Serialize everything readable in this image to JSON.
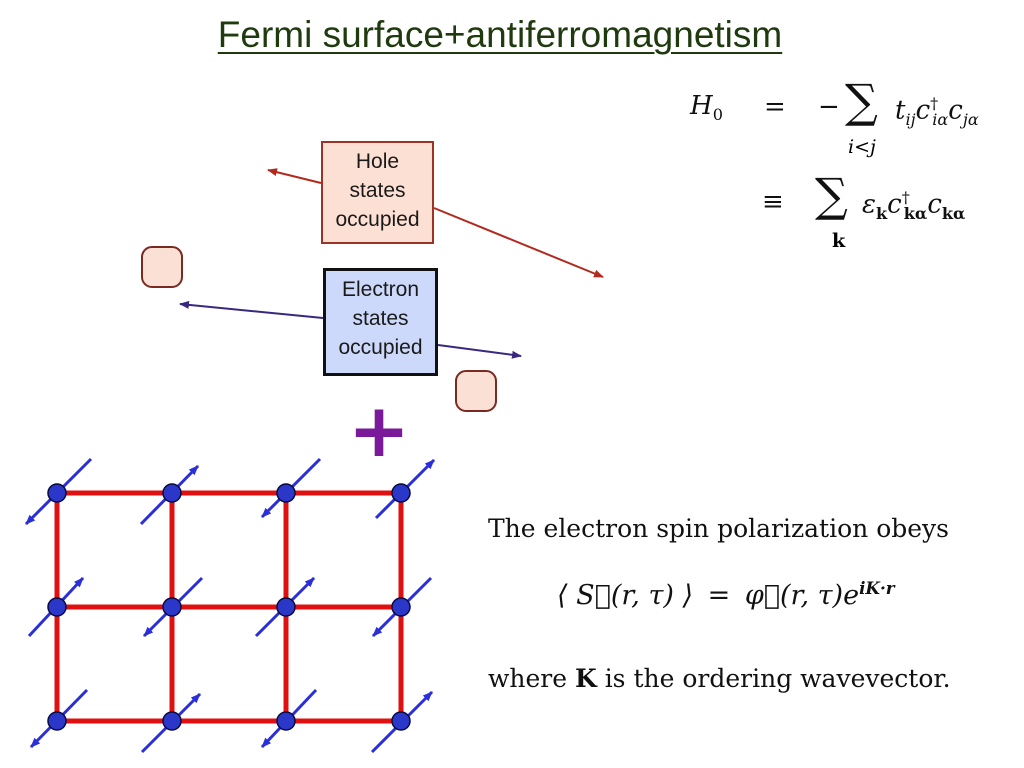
{
  "title": "Fermi surface+antiferromagnetism",
  "hole_box": {
    "lines": [
      "Hole",
      "states",
      "occupied"
    ]
  },
  "electron_box": {
    "lines": [
      "Electron",
      "states",
      "occupied"
    ]
  },
  "plus_sign": "+",
  "hamiltonian": {
    "lhs": "H",
    "lhs_sub": "0",
    "eq": "=",
    "minus": "−",
    "sum": "∑",
    "sum_under_1": "i<j",
    "term1_t": "t",
    "term1_t_sub": "ij",
    "term1_c": "c",
    "term1_c_sup": "†",
    "term1_c_sub": "iα",
    "term1_c2": "c",
    "term1_c2_sub": "jα",
    "equiv": "≡",
    "sum_under_2": "k",
    "term2_eps": "ε",
    "term2_eps_sub": "k",
    "term2_c": "c",
    "term2_c_sup": "†",
    "term2_c_sub": "kα",
    "term2_c2": "c",
    "term2_c2_sub": "kα"
  },
  "text": {
    "line1": "The electron spin polarization obeys",
    "formula_lhs": "⟨ S⃗(r, τ) ⟩",
    "formula_eq": "=",
    "formula_rhs": "φ⃗(r, τ)e",
    "formula_exp": "iK·r",
    "line3_a": "where",
    "line3_b": "K",
    "line3_c": "is the ordering wavevector."
  },
  "colors": {
    "lattice": "#e01010",
    "site": "#2a37c8",
    "spin": "#2b2fd8",
    "hole_arrow": "#b22a1e",
    "electron_arrow": "#3a2880"
  },
  "icons": [
    "spin-up-right-arrow",
    "spin-down-left-arrow",
    "lattice-site-dot"
  ]
}
